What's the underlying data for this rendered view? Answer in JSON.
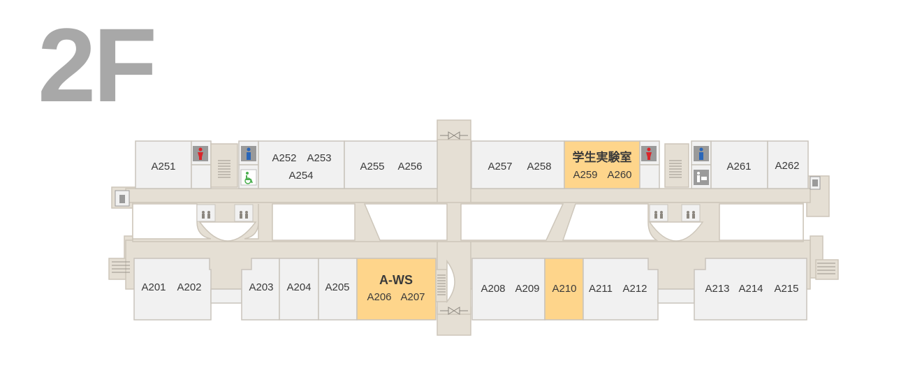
{
  "floor": {
    "label": "2F"
  },
  "rooms": {
    "a251": "A251",
    "a252": "A252",
    "a253": "A253",
    "a254": "A254",
    "a255": "A255",
    "a256": "A256",
    "a257": "A257",
    "a258": "A258",
    "lab_title": "学生実験室",
    "a259": "A259",
    "a260": "A260",
    "a261": "A261",
    "a262": "A262",
    "a201": "A201",
    "a202": "A202",
    "a203": "A203",
    "a204": "A204",
    "a205": "A205",
    "aws_title": "A-WS",
    "a206": "A206",
    "a207": "A207",
    "a208": "A208",
    "a209": "A209",
    "a210": "A210",
    "a211": "A211",
    "a212": "A212",
    "a213": "A213",
    "a214": "A214",
    "a215": "A215"
  },
  "colors": {
    "highlight": "#fed58b",
    "corridor": "#e5dfd4",
    "room": "#f1f1f1",
    "female_icon": "#d9262b",
    "male_icon": "#2a66b8",
    "accessible_icon": "#4caf50",
    "floor_label": "#a8a8a8"
  },
  "icons": [
    "female-restroom-icon",
    "male-restroom-icon",
    "accessible-restroom-icon",
    "elevator-icon",
    "stairs-icon",
    "door-icon",
    "multipurpose-restroom-icon",
    "phone-icon"
  ]
}
